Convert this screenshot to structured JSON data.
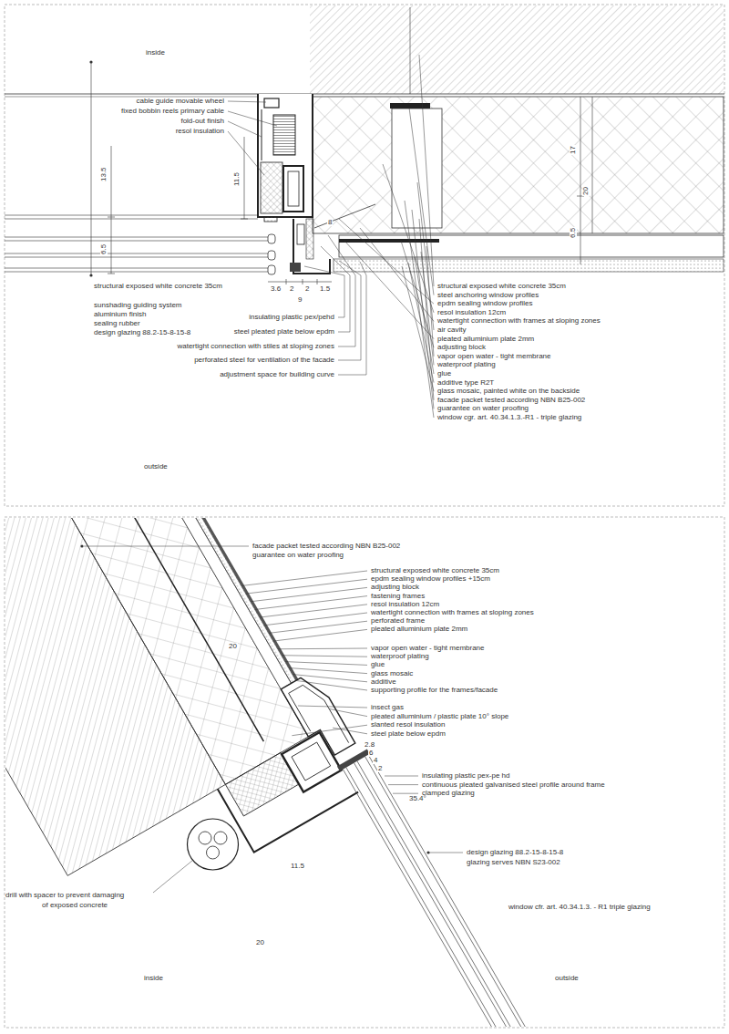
{
  "diagram": {
    "labels": [
      "inside",
      "cable guide movable wheel",
      "fixed bobbin reels primary cable",
      "fold-out finish",
      "resol insulation",
      "structural exposed white concrete 35cm",
      "sunshading guiding system",
      "aluminium finish",
      "sealing rubber",
      "design glazing 88.2-15-8-15-8",
      "insulating plastic pex/pehd",
      "steel pleated plate below epdm",
      "watertight connection with stiles at sloping zones",
      "perforated steel for ventilation of the facade",
      "adjustment space for building curve",
      "structural exposed white concrete 35cm",
      "steel anchoring window profiles",
      "epdm sealing window profiles",
      "resol insulation 12cm",
      "watertight connection with frames at sloping zones",
      "air cavity",
      "pleated alluminium plate 2mm",
      "adjusting block",
      "vapor open water - tight membrane",
      "waterproof plating",
      "glue",
      "additive type R2T",
      "glass mosaic, painted white on the backside",
      "facade packet tested according NBN B25-002",
      "guarantee on water proofing",
      "window cgr. art. 40.34.1.3.-R1 - triple glazing",
      "outside",
      "3.6",
      "2",
      "2",
      "1.5",
      "9",
      "13.5",
      "11.5",
      "6.5",
      "8",
      "17",
      "20",
      "6.5",
      "facade packet tested according NBN B25-002",
      "guarantee on water proofing",
      "structural exposed white concrete 35cm",
      "epdm sealing window profiles +15cm",
      "adjusting block",
      "fastening frames",
      "resol insulation 12cm",
      "watertight connection with frames at sloping zones",
      "perforated frame",
      "pleated alluminium plate 2mm",
      "vapor open water - tight membrane",
      "waterproof plating",
      "glue",
      "glass mosaic",
      "additive",
      "supporting profile for the frames/facade",
      "insect gas",
      "pleated alluminium / plastic plate 10° slope",
      "slanted resol insulation",
      "steel plate below epdm",
      "insulating plastic pex-pe hd",
      "continuous pleated galvanised steel profile around frame",
      "clamped glazing",
      "design glazing 88.2-15-8-15-8",
      "glazing serves NBN S23-002",
      "window cfr. art. 40.34.1.3. - R1 triple glazing",
      "drill with spacer to prevent damaging",
      "of exposed concrete",
      "inside",
      "outside",
      "35.4°",
      "11.5",
      "20",
      "20",
      "2.8",
      "6",
      "4",
      "2"
    ]
  }
}
